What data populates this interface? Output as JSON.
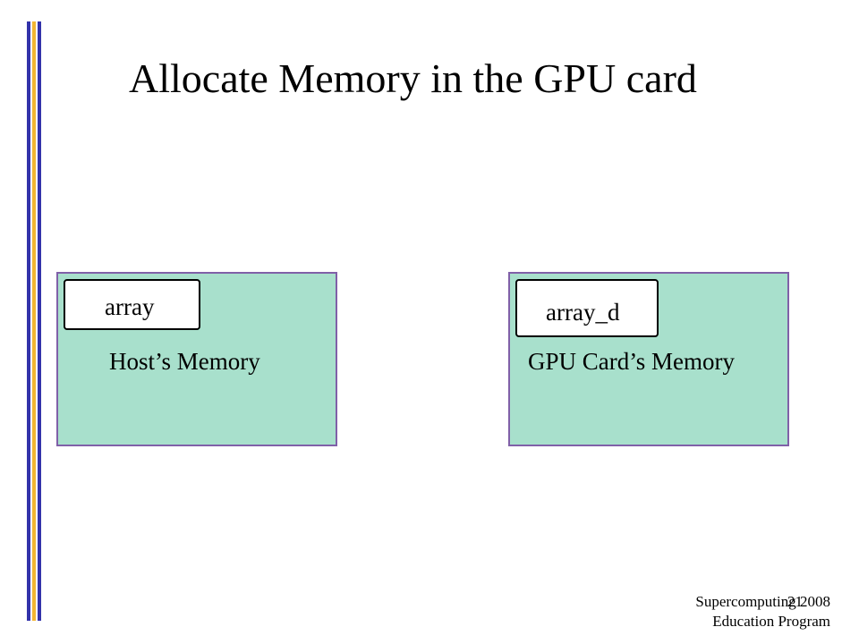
{
  "slide": {
    "title": "Allocate Memory in the GPU card",
    "colors": {
      "memory_fill": "#a8e0cc",
      "memory_border": "#8060a8",
      "bar_blue": "#3333aa",
      "bar_gold": "#f2b632"
    }
  },
  "host": {
    "label": "Host’s Memory",
    "variable": "array"
  },
  "gpu": {
    "label": "GPU Card’s Memory",
    "variable": "array_d"
  },
  "footer": {
    "line1": "Supercomputing 2008",
    "line2": "Education Program",
    "page_number": "21"
  }
}
